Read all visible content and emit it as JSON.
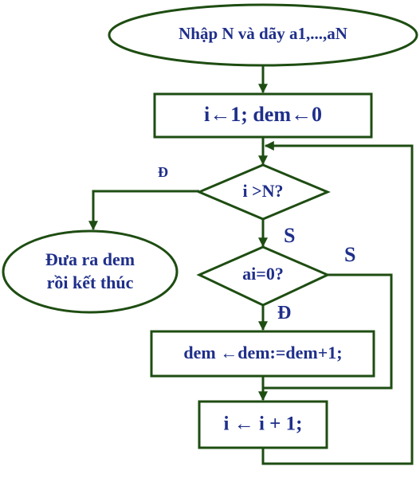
{
  "nodes": {
    "start": "Nhập N và dãy a1,...,aN",
    "init": "i←1; dem←0",
    "cond_n": "i >N?",
    "output": [
      "Đưa ra dem",
      "rồi kết thúc"
    ],
    "cond_a": "ai=0?",
    "count": "dem ←dem:=dem+1;",
    "incr": "i ← i + 1;"
  },
  "edge_labels": {
    "cond_n_yes": "Đ",
    "cond_n_no": "S",
    "cond_a_no": "S",
    "cond_a_yes": "Đ"
  },
  "colors": {
    "text": "#1f2f8a",
    "stroke": "#1e4d12"
  }
}
